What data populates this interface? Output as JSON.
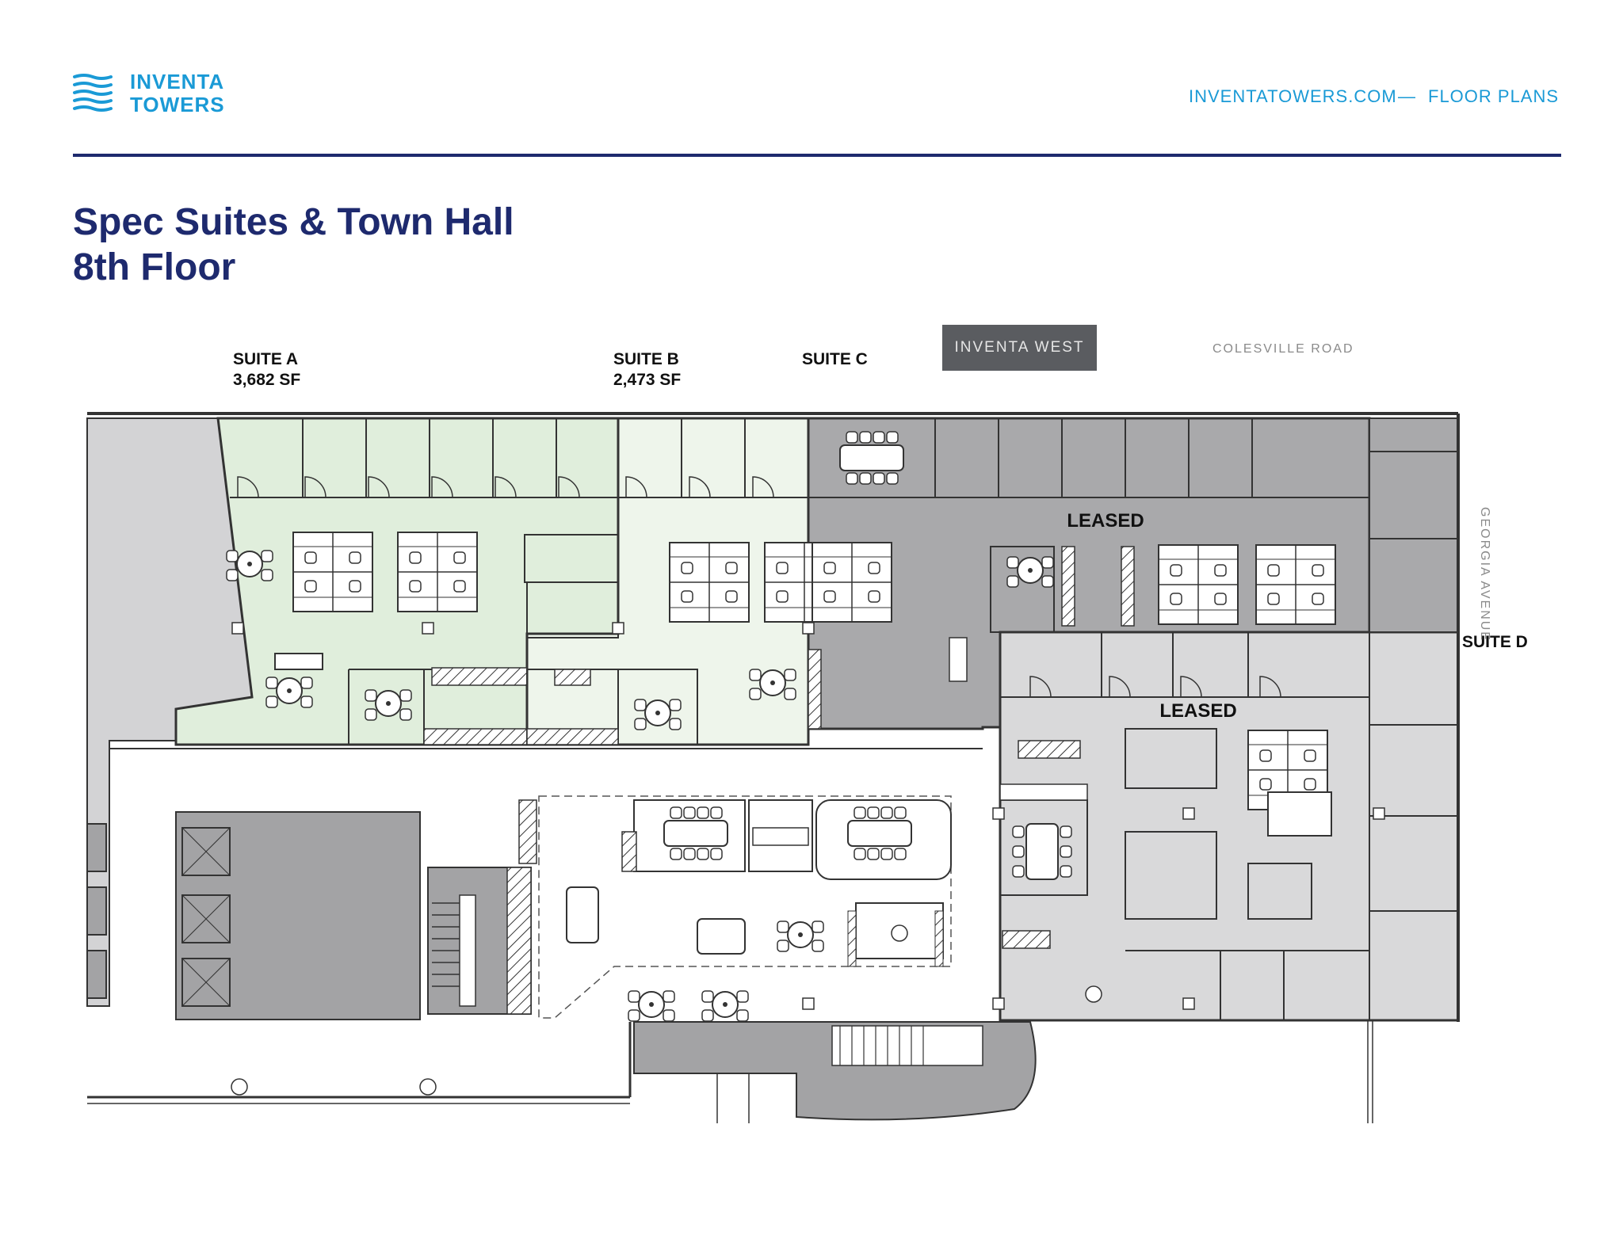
{
  "header": {
    "logo_line1": "INVENTA",
    "logo_line2": "TOWERS",
    "website": "INVENTATOWERS.COM",
    "separator": "—",
    "section": "FLOOR PLANS"
  },
  "title": {
    "line1": "Spec Suites & Town Hall",
    "line2": "8th Floor"
  },
  "suites": {
    "a": {
      "name": "SUITE A",
      "area": "3,682 SF"
    },
    "b": {
      "name": "SUITE B",
      "area": "2,473 SF"
    },
    "c": {
      "name": "SUITE C"
    },
    "d": {
      "name": "SUITE D"
    }
  },
  "labels": {
    "building_tag": "INVENTA WEST",
    "street_north": "COLESVILLE ROAD",
    "street_east": "GEORGIA AVENUE",
    "leased_c": "LEASED",
    "leased_d": "LEASED"
  },
  "colors": {
    "brand_blue": "#1a9ad6",
    "navy": "#1e2a6e",
    "suite_a_fill": "#e0eedc",
    "suite_b_fill": "#eef5eb",
    "leased_dark_fill": "#a9a9ab",
    "leased_light_fill": "#d9d9da",
    "core_fill": "#a3a3a5"
  }
}
